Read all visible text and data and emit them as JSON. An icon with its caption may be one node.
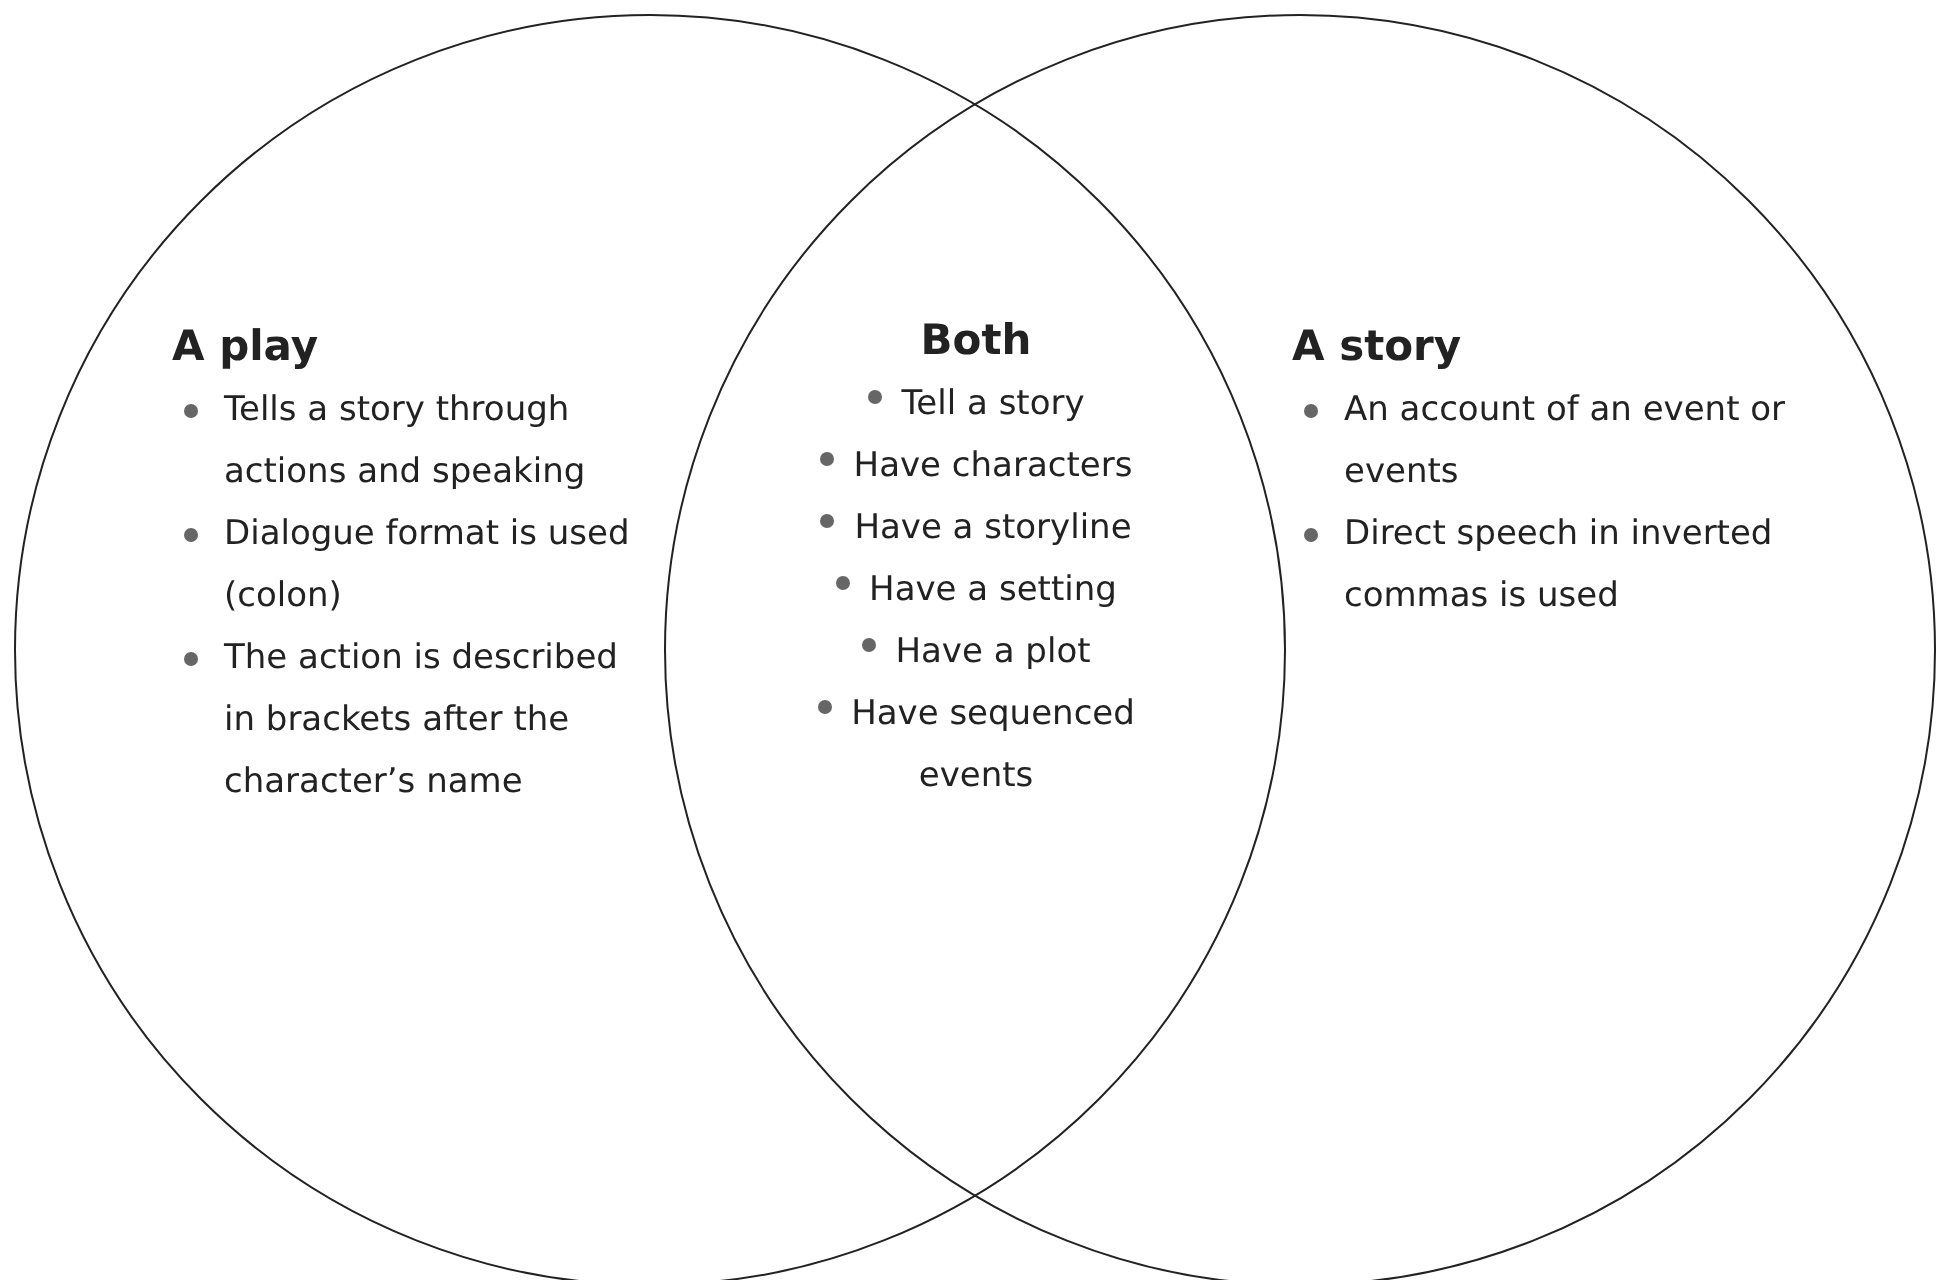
{
  "diagram": {
    "nodes": [
      {
        "text": [
          "A play",
          "Tells a story through actions and speaking",
          "Dialogue format is used (colon)",
          "The action is described in brackets after the character’s name"
        ]
      },
      {
        "text": [
          "A story",
          "An account of an event or events",
          "Direct speech in inverted commas is used"
        ]
      }
    ],
    "labels": [
      "Both",
      "Tell a story",
      "Have characters",
      "Have a storyline",
      "Have a setting",
      "Have a plot",
      "Have sequenced events"
    ]
  }
}
